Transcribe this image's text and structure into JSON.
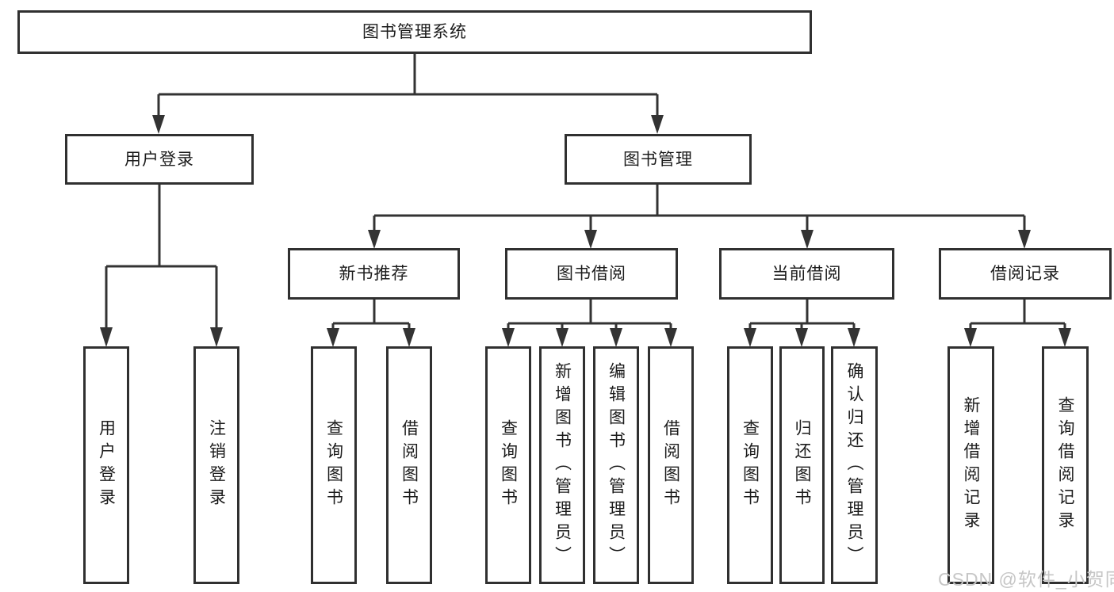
{
  "title": "图书管理系统",
  "level2": [
    {
      "label": "用户登录"
    },
    {
      "label": "图书管理"
    }
  ],
  "level3": [
    {
      "label": "新书推荐"
    },
    {
      "label": "图书借阅"
    },
    {
      "label": "当前借阅"
    },
    {
      "label": "借阅记录"
    }
  ],
  "leaves": [
    {
      "label": "用户登录"
    },
    {
      "label": "注销登录"
    },
    {
      "label": "查询图书"
    },
    {
      "label": "借阅图书"
    },
    {
      "label": "查询图书"
    },
    {
      "label": "新增图书（管理员）"
    },
    {
      "label": "编辑图书（管理员）"
    },
    {
      "label": "借阅图书"
    },
    {
      "label": "查询图书"
    },
    {
      "label": "归还图书"
    },
    {
      "label": "确认归还（管理员）"
    },
    {
      "label": "新增借阅记录"
    },
    {
      "label": "查询借阅记录"
    }
  ],
  "watermark": "CSDN @软件_小贺同学",
  "colors": {
    "line": "#333333",
    "node_border": "#303030",
    "node_fill": "#ffffff",
    "text": "#1c1c1c",
    "watermark": "#c6c6c6",
    "background": "#ffffff"
  }
}
